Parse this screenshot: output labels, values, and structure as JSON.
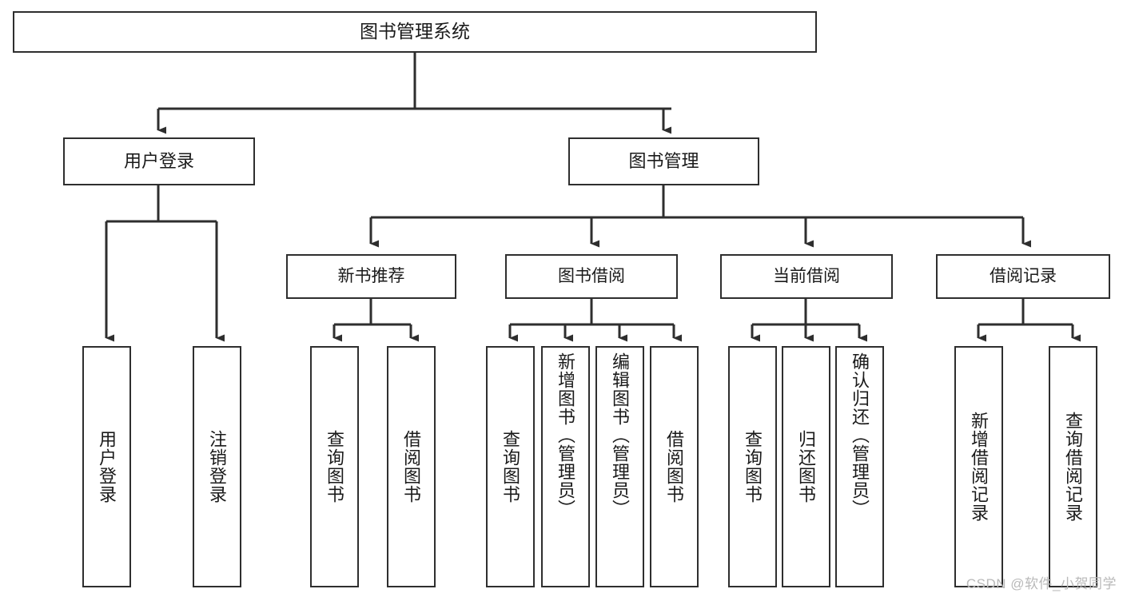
{
  "diagram": {
    "title": "图书管理系统",
    "type": "tree",
    "watermark": "CSDN @软件_小贺同学",
    "colors": {
      "stroke": "#2e2e2e",
      "fill": "#ffffff",
      "text": "#1a1a1a",
      "watermark": "#b9b9b9"
    },
    "root": {
      "label": "图书管理系统"
    },
    "level2": [
      {
        "label": "用户登录"
      },
      {
        "label": "图书管理"
      }
    ],
    "level3": [
      {
        "label": "新书推荐"
      },
      {
        "label": "图书借阅"
      },
      {
        "label": "当前借阅"
      },
      {
        "label": "借阅记录"
      }
    ],
    "leaves": {
      "user_login": [
        {
          "label": "用户登录"
        },
        {
          "label": "注销登录"
        }
      ],
      "new_book_recommend": [
        {
          "label": "查询图书"
        },
        {
          "label": "借阅图书"
        }
      ],
      "book_borrow": [
        {
          "label": "查询图书"
        },
        {
          "label": "新增图书（管理员）"
        },
        {
          "label": "编辑图书（管理员）"
        },
        {
          "label": "借阅图书"
        }
      ],
      "current_borrow": [
        {
          "label": "查询图书"
        },
        {
          "label": "归还图书"
        },
        {
          "label": "确认归还（管理员）"
        }
      ],
      "borrow_record": [
        {
          "label": "新增借阅记录"
        },
        {
          "label": "查询借阅记录"
        }
      ]
    }
  }
}
